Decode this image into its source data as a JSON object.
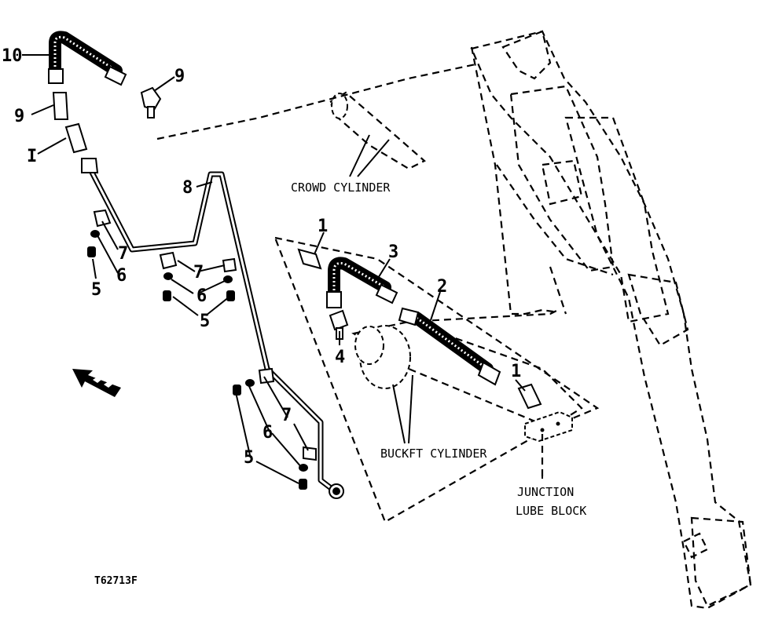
{
  "labels": {
    "crowd_cylinder": "CROWD CYLINDER",
    "bucket_cylinder": "BUCKFT CYLINDER",
    "junction_line1": "JUNCTION",
    "junction_line2": "LUBE BLOCK",
    "figure_code": "T62713F"
  },
  "callouts": {
    "c10": "10",
    "c9a": "9",
    "c9b": "9",
    "c1a": "I",
    "c8": "8",
    "c7a": "7",
    "c6a": "6",
    "c5a": "5",
    "c7b": "7",
    "c6b": "6",
    "c5b": "5",
    "c1b": "1",
    "c3": "3",
    "c2": "2",
    "c4": "4",
    "c1c": "1",
    "c7c": "7",
    "c6c": "6",
    "c5c": "5"
  }
}
